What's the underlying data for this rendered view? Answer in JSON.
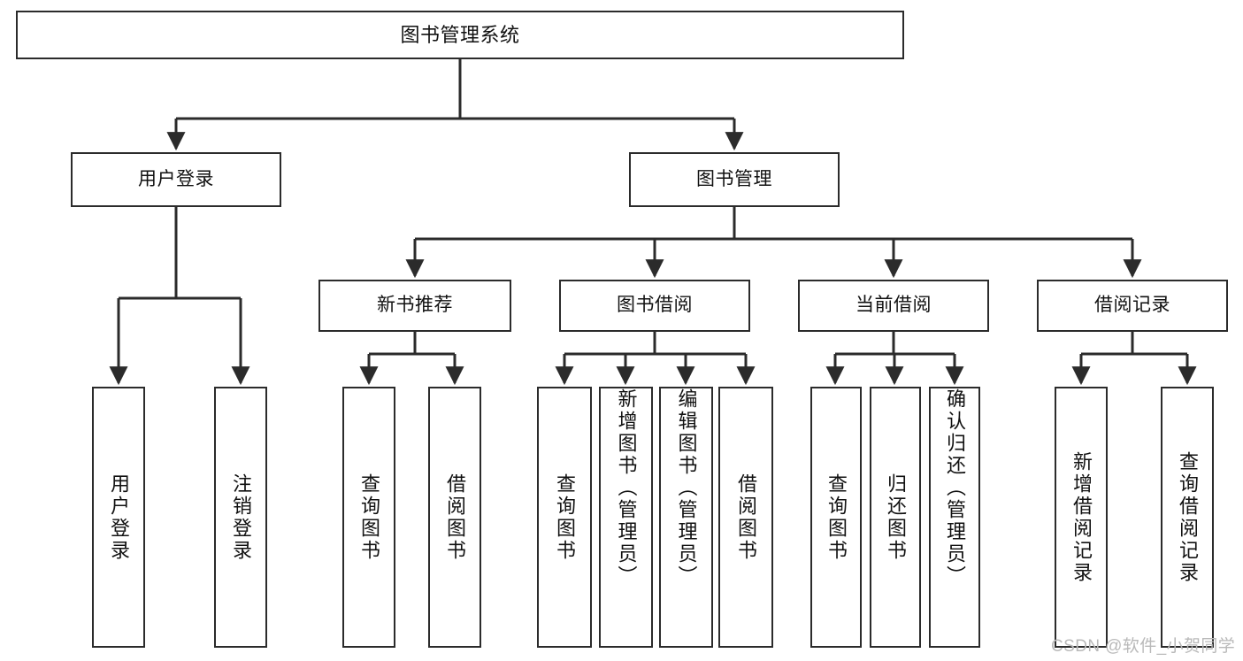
{
  "diagram": {
    "type": "tree",
    "title": "图书管理系统",
    "root": {
      "label": "图书管理系统"
    },
    "level2": [
      {
        "label": "用户登录"
      },
      {
        "label": "图书管理"
      }
    ],
    "level3": [
      {
        "label": "新书推荐"
      },
      {
        "label": "图书借阅"
      },
      {
        "label": "当前借阅"
      },
      {
        "label": "借阅记录"
      }
    ],
    "leaves": {
      "user_login": [
        {
          "label": "用户登录"
        },
        {
          "label": "注销登录"
        }
      ],
      "new_book": [
        {
          "label": "查询图书"
        },
        {
          "label": "借阅图书"
        }
      ],
      "book_borrow": [
        {
          "label": "查询图书"
        },
        {
          "label": "新增图书（管理员）"
        },
        {
          "label": "编辑图书（管理员）"
        },
        {
          "label": "借阅图书"
        }
      ],
      "current_borrow": [
        {
          "label": "查询图书"
        },
        {
          "label": "归还图书"
        },
        {
          "label": "确认归还（管理员）"
        }
      ],
      "borrow_record": [
        {
          "label": "新增借阅记录"
        },
        {
          "label": "查询借阅记录"
        }
      ]
    }
  },
  "watermark": {
    "text": "CSDN @软件_小贺同学"
  },
  "colors": {
    "stroke": "#2b2b2b",
    "fill": "#ffffff",
    "text": "#111111",
    "watermark": "#b9b9b9"
  }
}
